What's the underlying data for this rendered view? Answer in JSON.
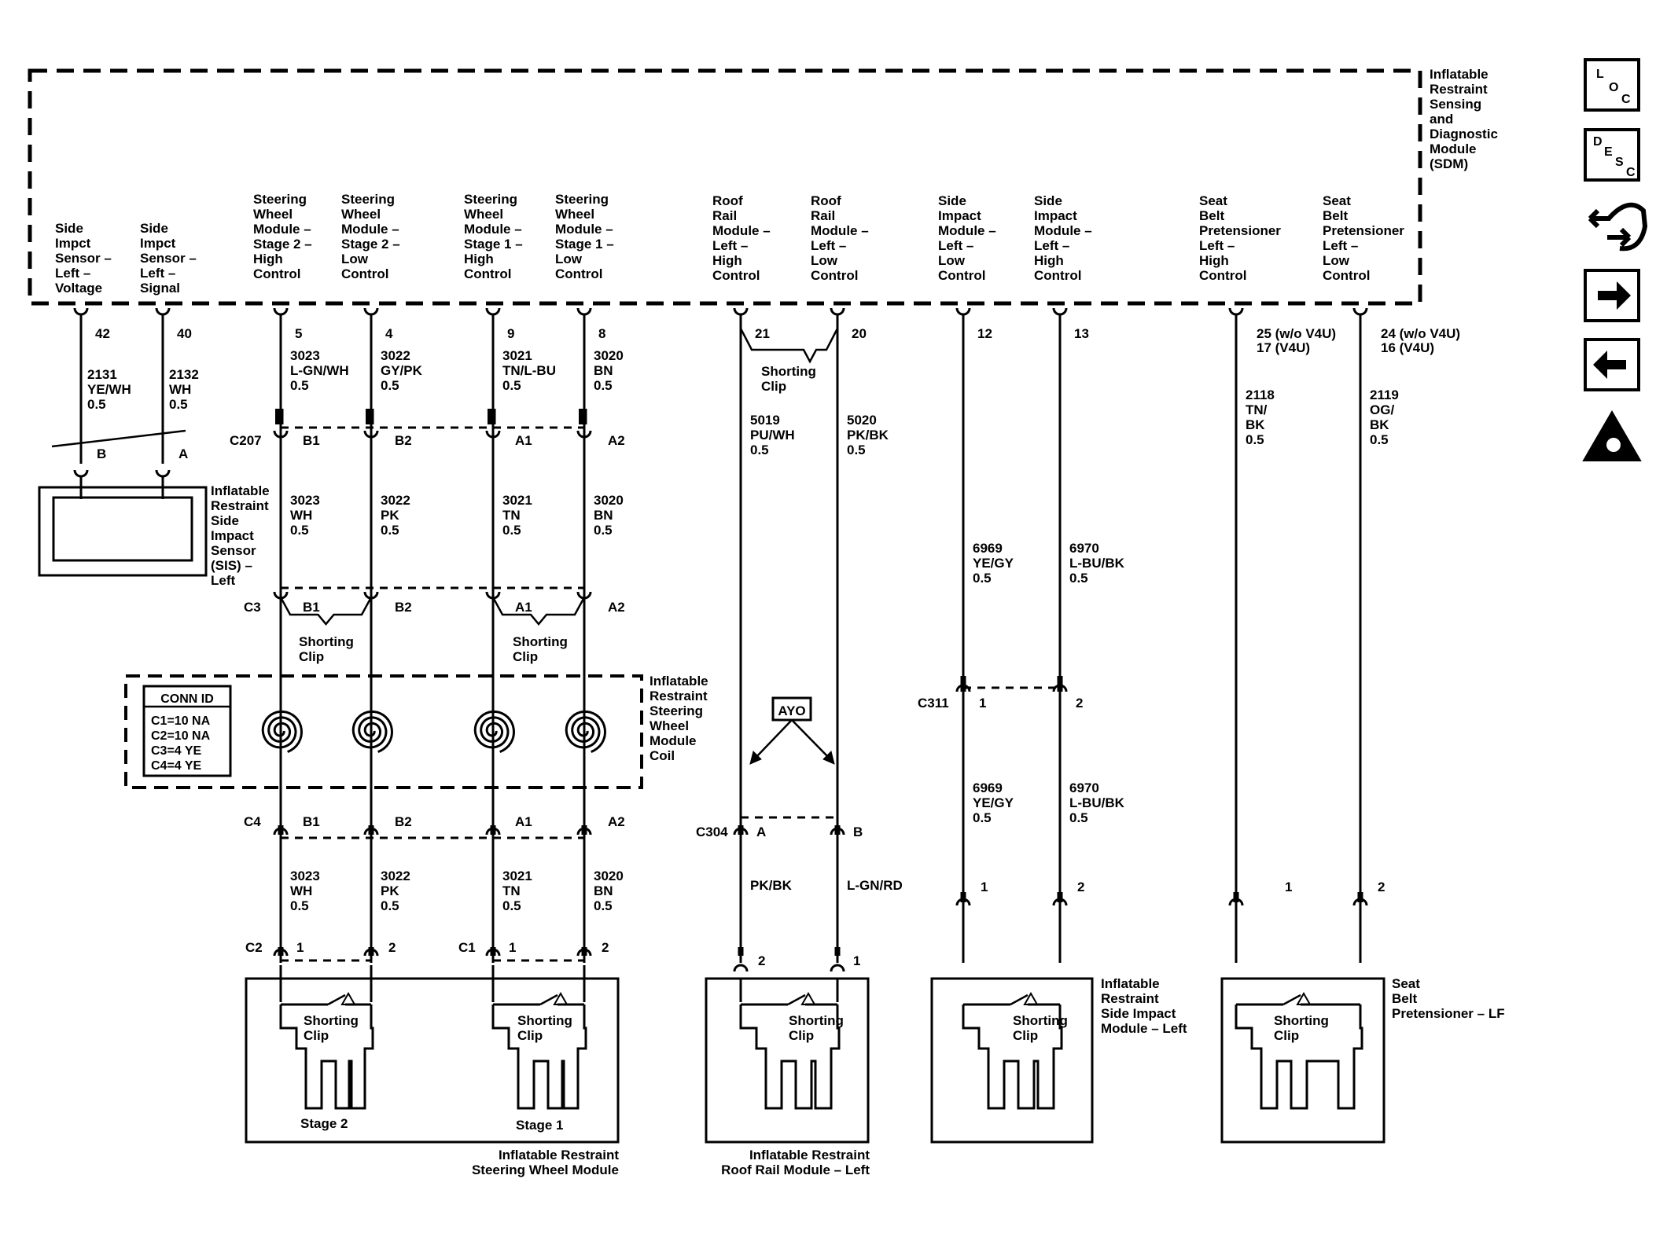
{
  "sdm": {
    "lines": [
      "Inflatable",
      "Restraint",
      "Sensing",
      "and",
      "Diagnostic",
      "Module",
      "(SDM)"
    ]
  },
  "side_icons": {
    "loc": [
      "L",
      "O",
      "C"
    ],
    "desc": [
      "D",
      "E",
      "S",
      "C"
    ]
  },
  "sdm_pins": [
    {
      "label": [
        "Side",
        "Impct",
        "Sensor –",
        "Left –",
        "Voltage"
      ],
      "pin": "42"
    },
    {
      "label": [
        "Side",
        "Impct",
        "Sensor –",
        "Left –",
        "Signal"
      ],
      "pin": "40"
    },
    {
      "label": [
        "Steering",
        "Wheel",
        "Module –",
        "Stage 2 –",
        "High",
        "Control"
      ],
      "pin": "5"
    },
    {
      "label": [
        "Steering",
        "Wheel",
        "Module –",
        "Stage 2 –",
        "Low",
        "Control"
      ],
      "pin": "4"
    },
    {
      "label": [
        "Steering",
        "Wheel",
        "Module –",
        "Stage 1 –",
        "High",
        "Control"
      ],
      "pin": "9"
    },
    {
      "label": [
        "Steering",
        "Wheel",
        "Module –",
        "Stage 1 –",
        "Low",
        "Control"
      ],
      "pin": "8"
    },
    {
      "label": [
        "Roof",
        "Rail",
        "Module –",
        "Left –",
        "High",
        "Control"
      ],
      "pin": "21"
    },
    {
      "label": [
        "Roof",
        "Rail",
        "Module –",
        "Left –",
        "Low",
        "Control"
      ],
      "pin": "20"
    },
    {
      "label": [
        "Side",
        "Impact",
        "Module –",
        "Left –",
        "Low",
        "Control"
      ],
      "pin": "12"
    },
    {
      "label": [
        "Side",
        "Impact",
        "Module –",
        "Left –",
        "High",
        "Control"
      ],
      "pin": "13"
    },
    {
      "label": [
        "Seat",
        "Belt",
        "Pretensioner",
        "Left –",
        "High",
        "Control"
      ],
      "pin": [
        "25 (w/o V4U)",
        "17 (V4U)"
      ]
    },
    {
      "label": [
        "Seat",
        "Belt",
        "Pretensioner",
        "Left –",
        "Low",
        "Control"
      ],
      "pin": [
        "24 (w/o V4U)",
        "16 (V4U)"
      ]
    }
  ],
  "wires_top": [
    [
      "2131",
      "YE/WH",
      "0.5"
    ],
    [
      "2132",
      "WH",
      "0.5"
    ],
    [
      "3023",
      "L-GN/WH",
      "0.5"
    ],
    [
      "3022",
      "GY/PK",
      "0.5"
    ],
    [
      "3021",
      "TN/L-BU",
      "0.5"
    ],
    [
      "3020",
      "BN",
      "0.5"
    ],
    [
      "5019",
      "PU/WH",
      "0.5"
    ],
    [
      "5020",
      "PK/BK",
      "0.5"
    ],
    [
      "6969",
      "YE/GY",
      "0.5"
    ],
    [
      "6970",
      "L-BU/BK",
      "0.5"
    ],
    [
      "2118",
      "TN/",
      "BK",
      "0.5"
    ],
    [
      "2119",
      "OG/",
      "BK",
      "0.5"
    ]
  ],
  "wires_mid": [
    [
      "3023",
      "WH",
      "0.5"
    ],
    [
      "3022",
      "PK",
      "0.5"
    ],
    [
      "3021",
      "TN",
      "0.5"
    ],
    [
      "3020",
      "BN",
      "0.5"
    ]
  ],
  "wires_low": [
    [
      "3023",
      "WH",
      "0.5"
    ],
    [
      "3022",
      "PK",
      "0.5"
    ],
    [
      "3021",
      "TN",
      "0.5"
    ],
    [
      "3020",
      "BN",
      "0.5"
    ]
  ],
  "wires_side_low": [
    [
      "6969",
      "YE/GY",
      "0.5"
    ],
    [
      "6970",
      "L-BU/BK",
      "0.5"
    ]
  ],
  "wires_roof_low": [
    "PK/BK",
    "L-GN/RD"
  ],
  "connectors": {
    "c207": "C207",
    "c3": "C3",
    "c4": "C4",
    "c2": "C2",
    "c1": "C1",
    "c304": "C304",
    "c311": "C311",
    "b1": "B1",
    "b2": "B2",
    "a1": "A1",
    "a2": "A2",
    "a": "A",
    "b": "B",
    "p1": "1",
    "p2": "2"
  },
  "sis": {
    "lines": [
      "Inflatable",
      "Restraint",
      "Side",
      "Impact",
      "Sensor",
      "(SIS) –",
      "Left"
    ],
    "pin_b": "B",
    "pin_a": "A"
  },
  "coil": {
    "lines": [
      "Inflatable",
      "Restraint",
      "Steering",
      "Wheel",
      "Module",
      "Coil"
    ]
  },
  "conn_id": {
    "title": "CONN ID",
    "rows": [
      "C1=10 NA",
      "C2=10 NA",
      "C3=4 YE",
      "C4=4 YE"
    ]
  },
  "shorting_clip": [
    "Shorting",
    "Clip"
  ],
  "ayo": "AYO",
  "modules": {
    "steering": {
      "lines": [
        "Inflatable Restraint",
        "Steering Wheel Module"
      ],
      "stage2": "Stage 2",
      "stage1": "Stage 1"
    },
    "roof": {
      "lines": [
        "Inflatable Restraint",
        "Roof Rail Module – Left"
      ]
    },
    "side": {
      "lines": [
        "Inflatable",
        "Restraint",
        "Side Impact",
        "Module – Left"
      ]
    },
    "seat": {
      "lines": [
        "Seat",
        "Belt",
        "Pretensioner – LF"
      ]
    }
  }
}
